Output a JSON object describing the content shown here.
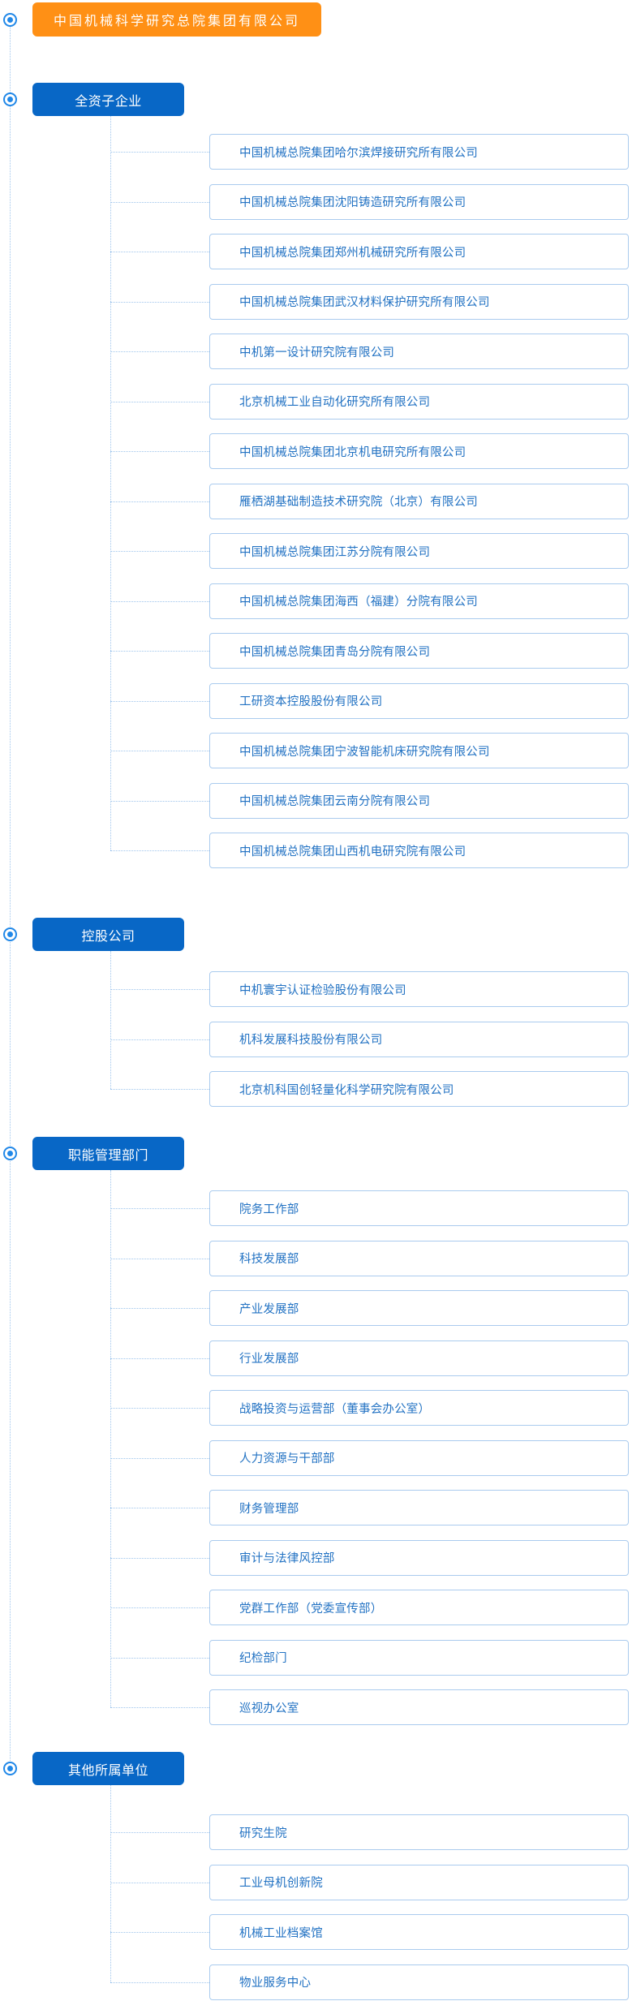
{
  "root": {
    "label": "中国机械科学研究总院集团有限公司"
  },
  "icons": {
    "bullet": "radio-dot-toggle"
  },
  "colors": {
    "root_box": "#FF9015",
    "category_box": "#0867C6",
    "bullet": "#2188E8",
    "item_border": "#AACBEE",
    "item_text": "#2272C3",
    "connector_line": "#9FC5EC"
  },
  "sections": [
    {
      "label": "全资子企业",
      "items": [
        "中国机械总院集团哈尔滨焊接研究所有限公司",
        "中国机械总院集团沈阳铸造研究所有限公司",
        "中国机械总院集团郑州机械研究所有限公司",
        "中国机械总院集团武汉材料保护研究所有限公司",
        "中机第一设计研究院有限公司",
        "北京机械工业自动化研究所有限公司",
        "中国机械总院集团北京机电研究所有限公司",
        "雁栖湖基础制造技术研究院（北京）有限公司",
        "中国机械总院集团江苏分院有限公司",
        "中国机械总院集团海西（福建）分院有限公司",
        "中国机械总院集团青岛分院有限公司",
        "工研资本控股股份有限公司",
        "中国机械总院集团宁波智能机床研究院有限公司",
        "中国机械总院集团云南分院有限公司",
        "中国机械总院集团山西机电研究院有限公司"
      ]
    },
    {
      "label": "控股公司",
      "items": [
        "中机寰宇认证检验股份有限公司",
        "机科发展科技股份有限公司",
        "北京机科国创轻量化科学研究院有限公司"
      ]
    },
    {
      "label": "职能管理部门",
      "items": [
        "院务工作部",
        "科技发展部",
        "产业发展部",
        "行业发展部",
        "战略投资与运营部（董事会办公室）",
        "人力资源与干部部",
        "财务管理部",
        "审计与法律风控部",
        "党群工作部（党委宣传部）",
        "纪检部门",
        "巡视办公室"
      ]
    },
    {
      "label": "其他所属单位",
      "items": [
        "研究生院",
        "工业母机创新院",
        "机械工业档案馆",
        "物业服务中心"
      ]
    }
  ]
}
